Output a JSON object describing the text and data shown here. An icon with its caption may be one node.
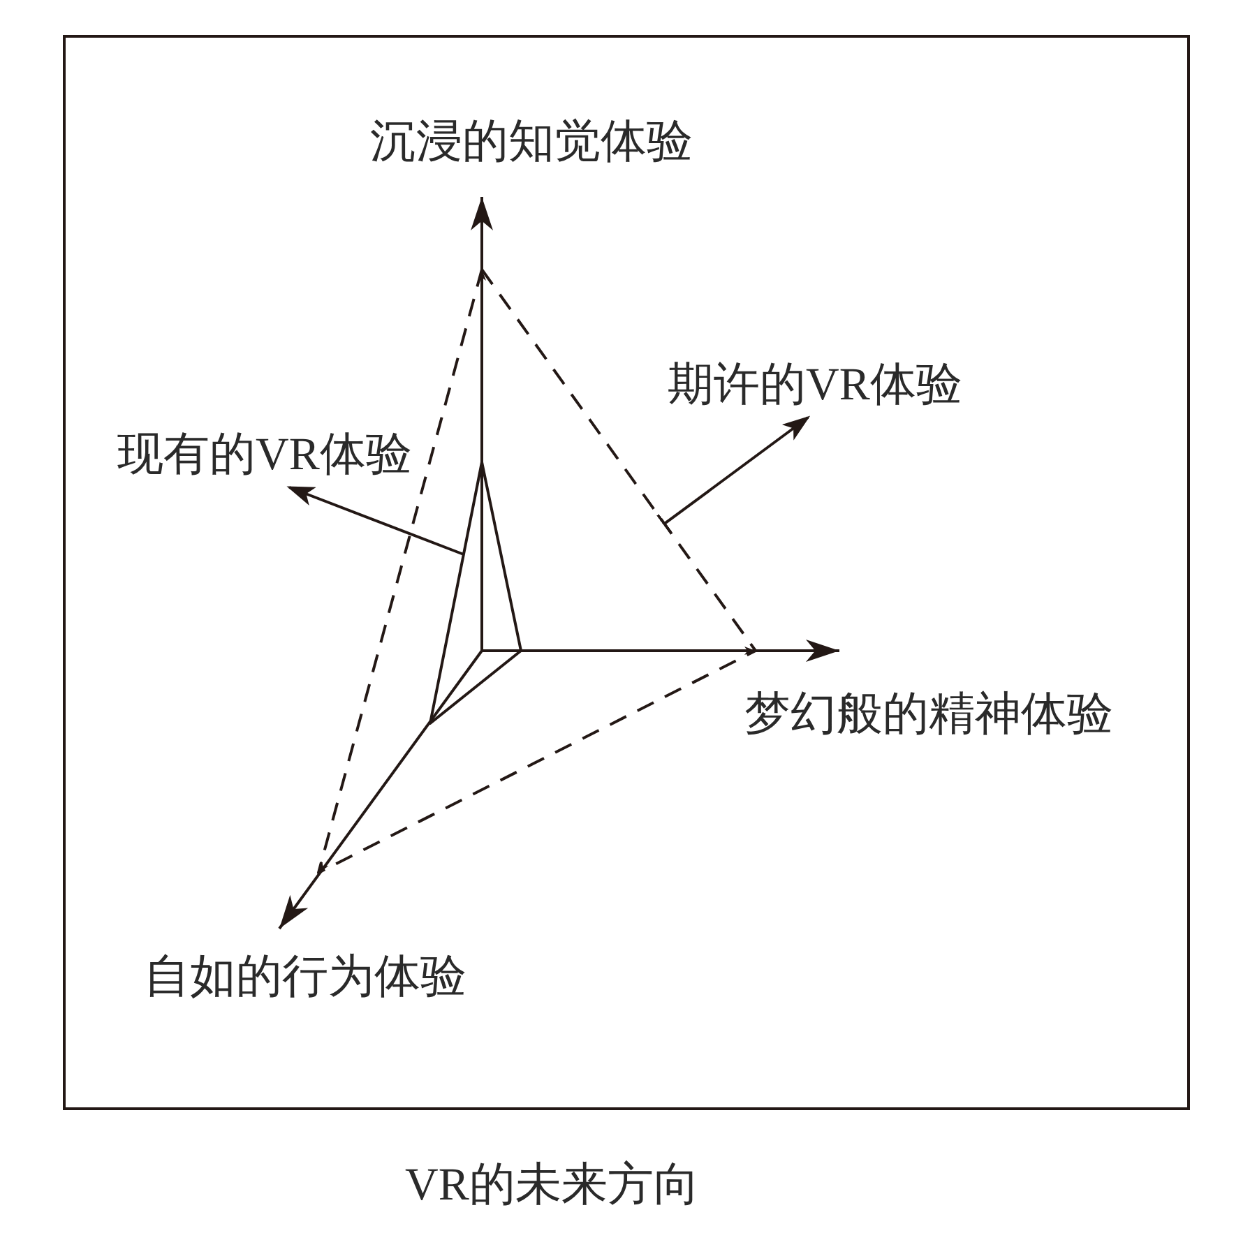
{
  "diagram": {
    "caption": "VR的未来方向",
    "nodes": [
      {
        "text": [],
        "shape": "triangle"
      },
      {
        "text": [
          "期许的VR体验"
        ]
      },
      {
        "text": [
          "现有的VR体验"
        ]
      },
      {
        "text": [],
        "shape": "triangle",
        "in": 0
      }
    ],
    "edges": [
      {
        "from": 0,
        "to": 1,
        "arrow": "to"
      },
      {
        "from": 3,
        "to": 2,
        "arrow": "to"
      }
    ],
    "labels": [
      "沉浸的知觉体验",
      "梦幻般的精神体验",
      "自如的行为体验"
    ]
  }
}
